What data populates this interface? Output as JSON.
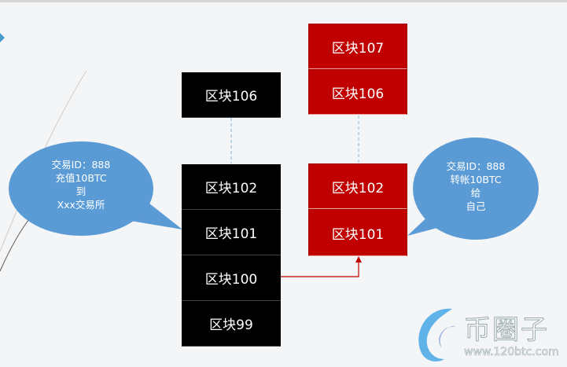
{
  "main_chain": [
    "区块106",
    "区块102",
    "区块101",
    "区块100",
    "区块99"
  ],
  "fork_chain": [
    "区块107",
    "区块106",
    "区块102",
    "区块101"
  ],
  "left_bubble": [
    "交易ID：888",
    "充值10BTC",
    "到",
    "Xxx交易所"
  ],
  "right_bubble": [
    "交易ID：888",
    "转帐10BTC",
    "给",
    "自己"
  ],
  "watermark": {
    "name": "币圈子",
    "url": "www.120btc.com"
  },
  "colors": {
    "black_block": "#000000",
    "red_block": "#c00000",
    "bubble": "#5b9bd5"
  }
}
